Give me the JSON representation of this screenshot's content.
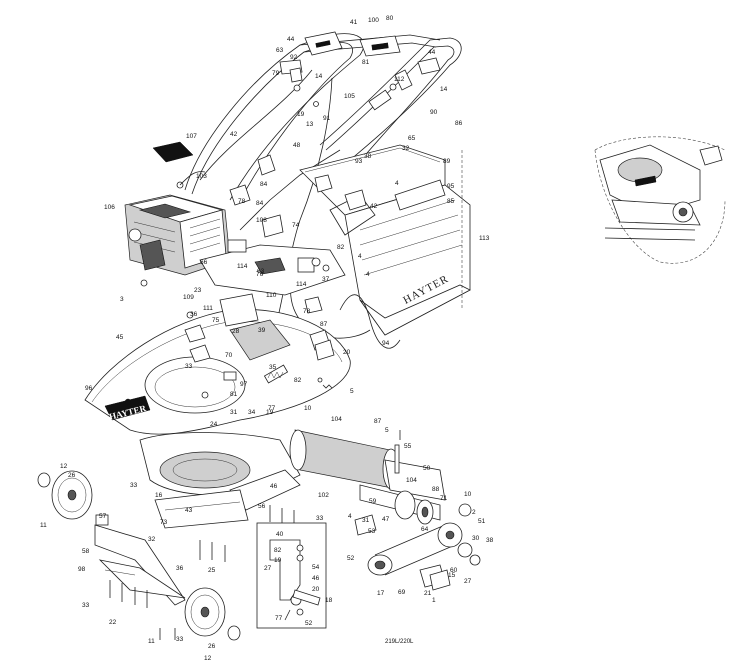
{
  "diagram": {
    "brand_texts": [
      "HAYTER",
      "HAYTER"
    ],
    "drawing_code": "219L/220L",
    "inset_labels": [
      "40",
      "82",
      "19",
      "27",
      "54",
      "46",
      "20",
      "18",
      "77",
      "52"
    ],
    "labels": [
      "41",
      "100",
      "80",
      "44",
      "63",
      "92",
      "44",
      "79",
      "14",
      "81",
      "112",
      "14",
      "105",
      "19",
      "13",
      "91",
      "90",
      "86",
      "42",
      "107",
      "48",
      "65",
      "32",
      "89",
      "103",
      "93",
      "38",
      "84",
      "4",
      "95",
      "106",
      "78",
      "84",
      "42",
      "85",
      "108",
      "74",
      "82",
      "113",
      "114",
      "63",
      "37",
      "4",
      "76",
      "4",
      "66",
      "114",
      "110",
      "3",
      "109",
      "23",
      "111",
      "36",
      "28",
      "78",
      "87",
      "75",
      "94",
      "45",
      "39",
      "20",
      "70",
      "33",
      "35",
      "82",
      "97",
      "96",
      "5",
      "81",
      "31",
      "19",
      "34",
      "77",
      "24",
      "10",
      "104",
      "87",
      "5",
      "55",
      "50",
      "12",
      "26",
      "33",
      "16",
      "104",
      "88",
      "10",
      "46",
      "102",
      "71",
      "2",
      "51",
      "59",
      "43",
      "53",
      "4",
      "47",
      "11",
      "57",
      "73",
      "56",
      "33",
      "31",
      "64",
      "30",
      "38",
      "58",
      "52",
      "32",
      "36",
      "25",
      "98",
      "33",
      "15",
      "60",
      "21",
      "17",
      "69",
      "1",
      "27",
      "22",
      "33",
      "11",
      "26",
      "12"
    ],
    "colors": {
      "ink": "#222222",
      "shade": "#cfcfcf",
      "paper": "#ffffff"
    }
  }
}
